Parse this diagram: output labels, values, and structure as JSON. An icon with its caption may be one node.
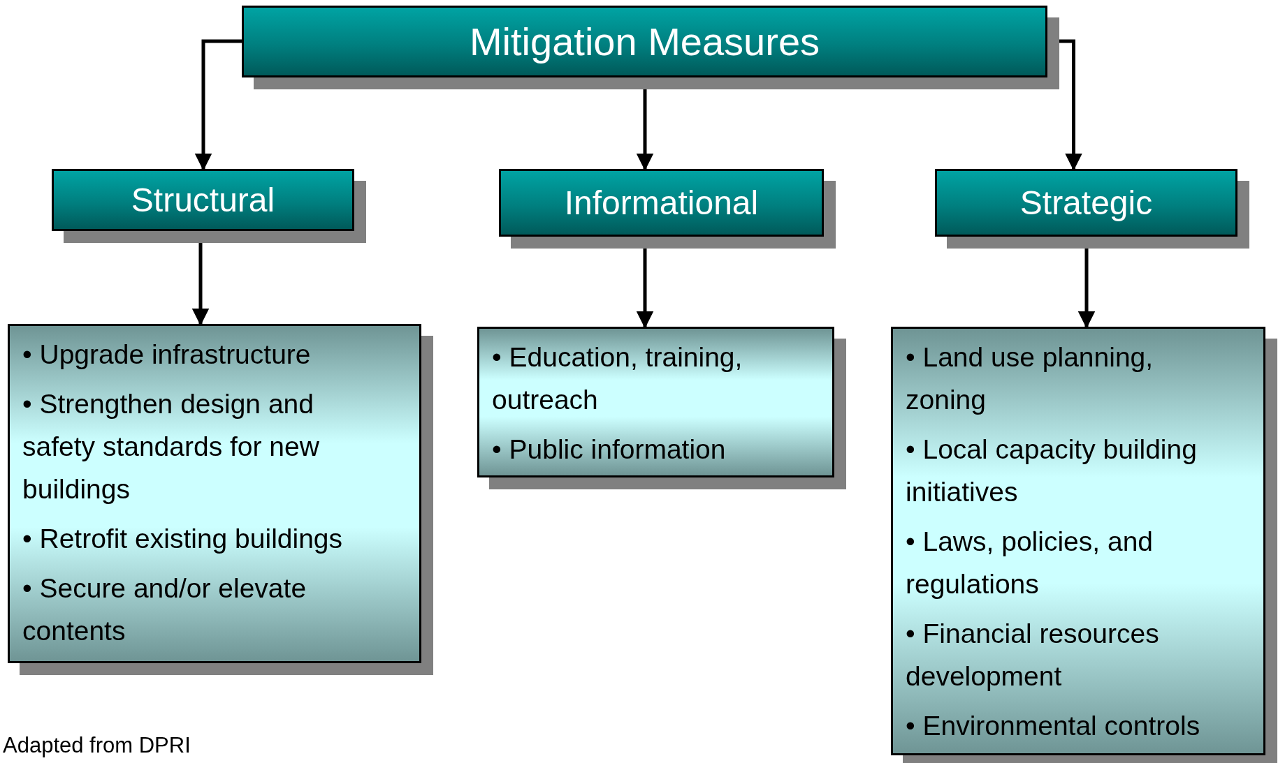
{
  "diagram": {
    "nodes": [
      {
        "text": [
          "Mitigation Measures"
        ]
      },
      {
        "text": [
          "Structural"
        ]
      },
      {
        "text": [
          "Informational"
        ]
      },
      {
        "text": [
          "Strategic"
        ]
      },
      {
        "text": [
          "• Upgrade infrastructure",
          "• Strengthen design and safety standards for new buildings",
          "• Retrofit existing buildings",
          "• Secure and/or elevate contents"
        ]
      },
      {
        "text": [
          "• Education, training, outreach",
          "• Public information"
        ]
      },
      {
        "text": [
          "• Land use planning, zoning",
          "• Local capacity building initiatives",
          "• Laws, policies, and regulations",
          "• Financial resources development",
          "• Environmental controls"
        ]
      }
    ],
    "edges": [
      {
        "from": 0,
        "to": 1,
        "arrow": "to"
      },
      {
        "from": 0,
        "to": 2,
        "arrow": "to"
      },
      {
        "from": 0,
        "to": 3,
        "arrow": "to"
      },
      {
        "from": 1,
        "to": 4,
        "arrow": "to"
      },
      {
        "from": 2,
        "to": 5,
        "arrow": "to"
      },
      {
        "from": 3,
        "to": 6,
        "arrow": "to"
      }
    ],
    "labels": [
      "Adapted from DPRI"
    ]
  }
}
